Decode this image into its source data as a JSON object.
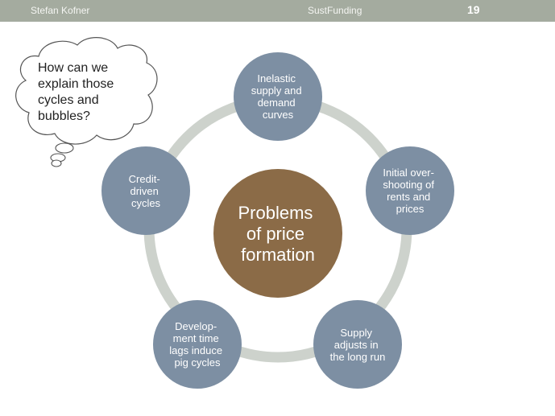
{
  "header": {
    "author": "Stefan Kofner",
    "project": "SustFunding",
    "page_number": "19"
  },
  "thought_bubble": {
    "lines": [
      "How can we",
      "explain those",
      "cycles and",
      "bubbles?"
    ]
  },
  "diagram": {
    "center": {
      "lines": [
        "Problems",
        "of price",
        "formation"
      ]
    },
    "nodes": [
      {
        "id": "inelastic",
        "lines": [
          "Inelastic",
          "supply and",
          "demand",
          "curves"
        ]
      },
      {
        "id": "overshooting",
        "lines": [
          "Initial over-",
          "shooting of",
          "rents and",
          "prices"
        ]
      },
      {
        "id": "supply-adjusts",
        "lines": [
          "Supply",
          "adjusts in",
          "the long run"
        ]
      },
      {
        "id": "time-lags",
        "lines": [
          "Develop-",
          "ment time",
          "lags induce",
          "pig cycles"
        ]
      },
      {
        "id": "credit-driven",
        "lines": [
          "Credit-",
          "driven",
          "cycles"
        ]
      }
    ],
    "colors": {
      "node_fill": "#7d8fa3",
      "center_fill": "#8b6b47",
      "ring": "#cdd2cc",
      "header": "#a4ab9f"
    }
  }
}
